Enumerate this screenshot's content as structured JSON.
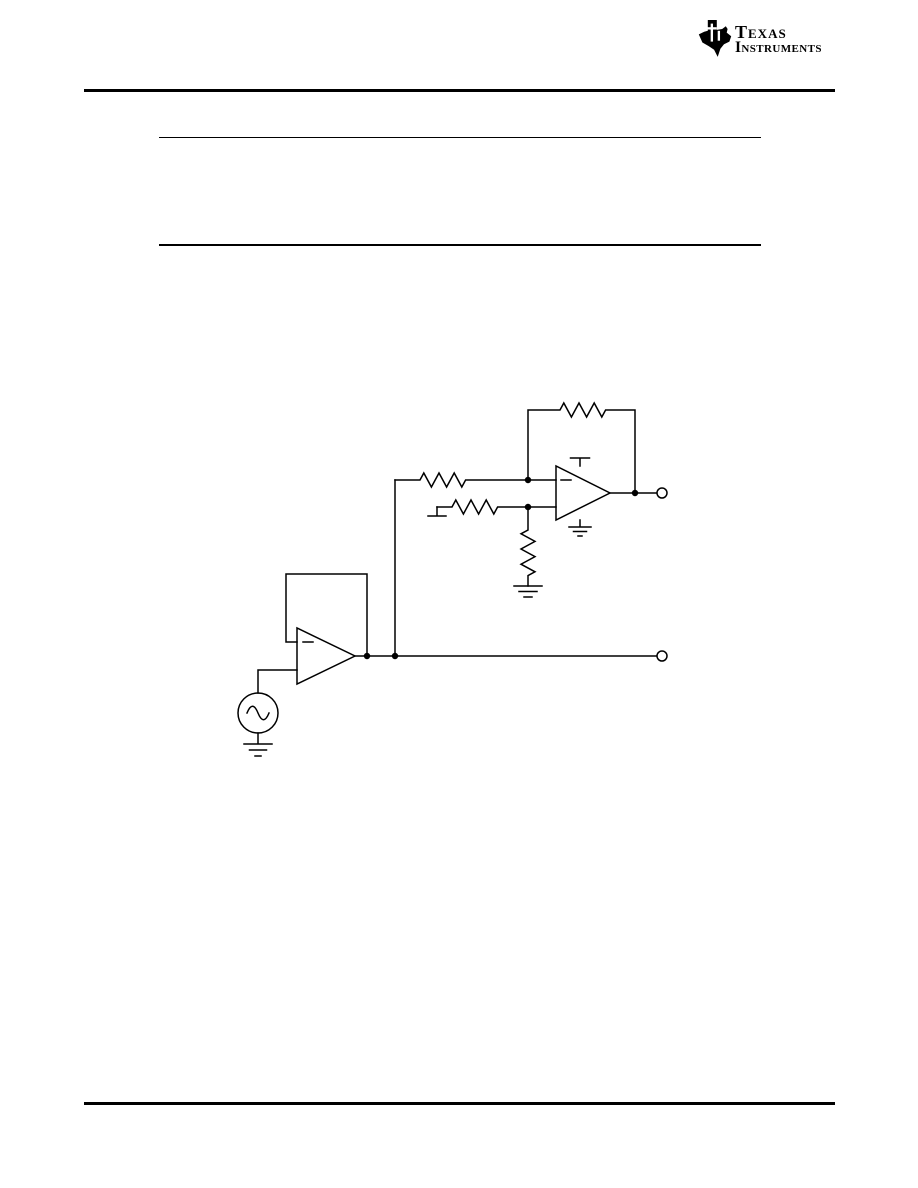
{
  "header": {
    "logo": {
      "line1": "Texas",
      "line2": "Instruments",
      "mark": "ti-texas-state-glyph"
    }
  },
  "figure": {
    "kind": "op-amp schematic",
    "description": "Sine-wave source with grounded return drives a unity-gain buffer op-amp (feedback loop from output to inverting input). The buffer output goes to an open-circle terminal and also feeds, through a series resistor, the inverting input of a second op-amp that has a feedback resistor; the non-inverting input is fed through a resistor from ground and tied through a resistor to ground. The second op-amp has a supply bar on top, a ground below, and an open-circle output terminal.",
    "components": {
      "opamps": 2,
      "resistors": 4,
      "grounds": 4,
      "sources": 1,
      "open_terminals": 2,
      "junction_dots": 5
    }
  },
  "colors": {
    "ink": "#000000",
    "background": "#ffffff"
  }
}
